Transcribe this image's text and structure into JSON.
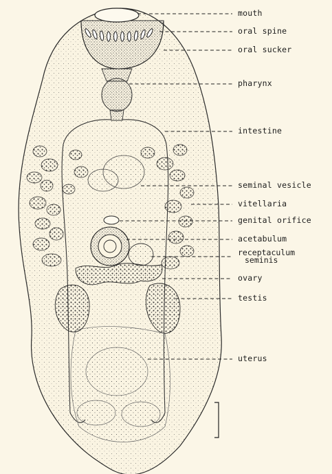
{
  "labels": {
    "mouth": "mouth",
    "oral_spine": "oral spine",
    "oral_sucker": "oral sucker",
    "pharynx": "pharynx",
    "intestine": "intestine",
    "seminal_vesicle": "seminal vesicle",
    "vitellaria": "vitellaria",
    "genital_orifice": "genital orifice",
    "acetabulum": "acetabulum",
    "receptaculum_line1": "receptaculum",
    "receptaculum_line2": "seminis",
    "ovary": "ovary",
    "testis": "testis",
    "uterus": "uterus"
  },
  "colors": {
    "background": "#fbf6e7",
    "ink": "#1c1c1c",
    "stipple": "#555555"
  }
}
